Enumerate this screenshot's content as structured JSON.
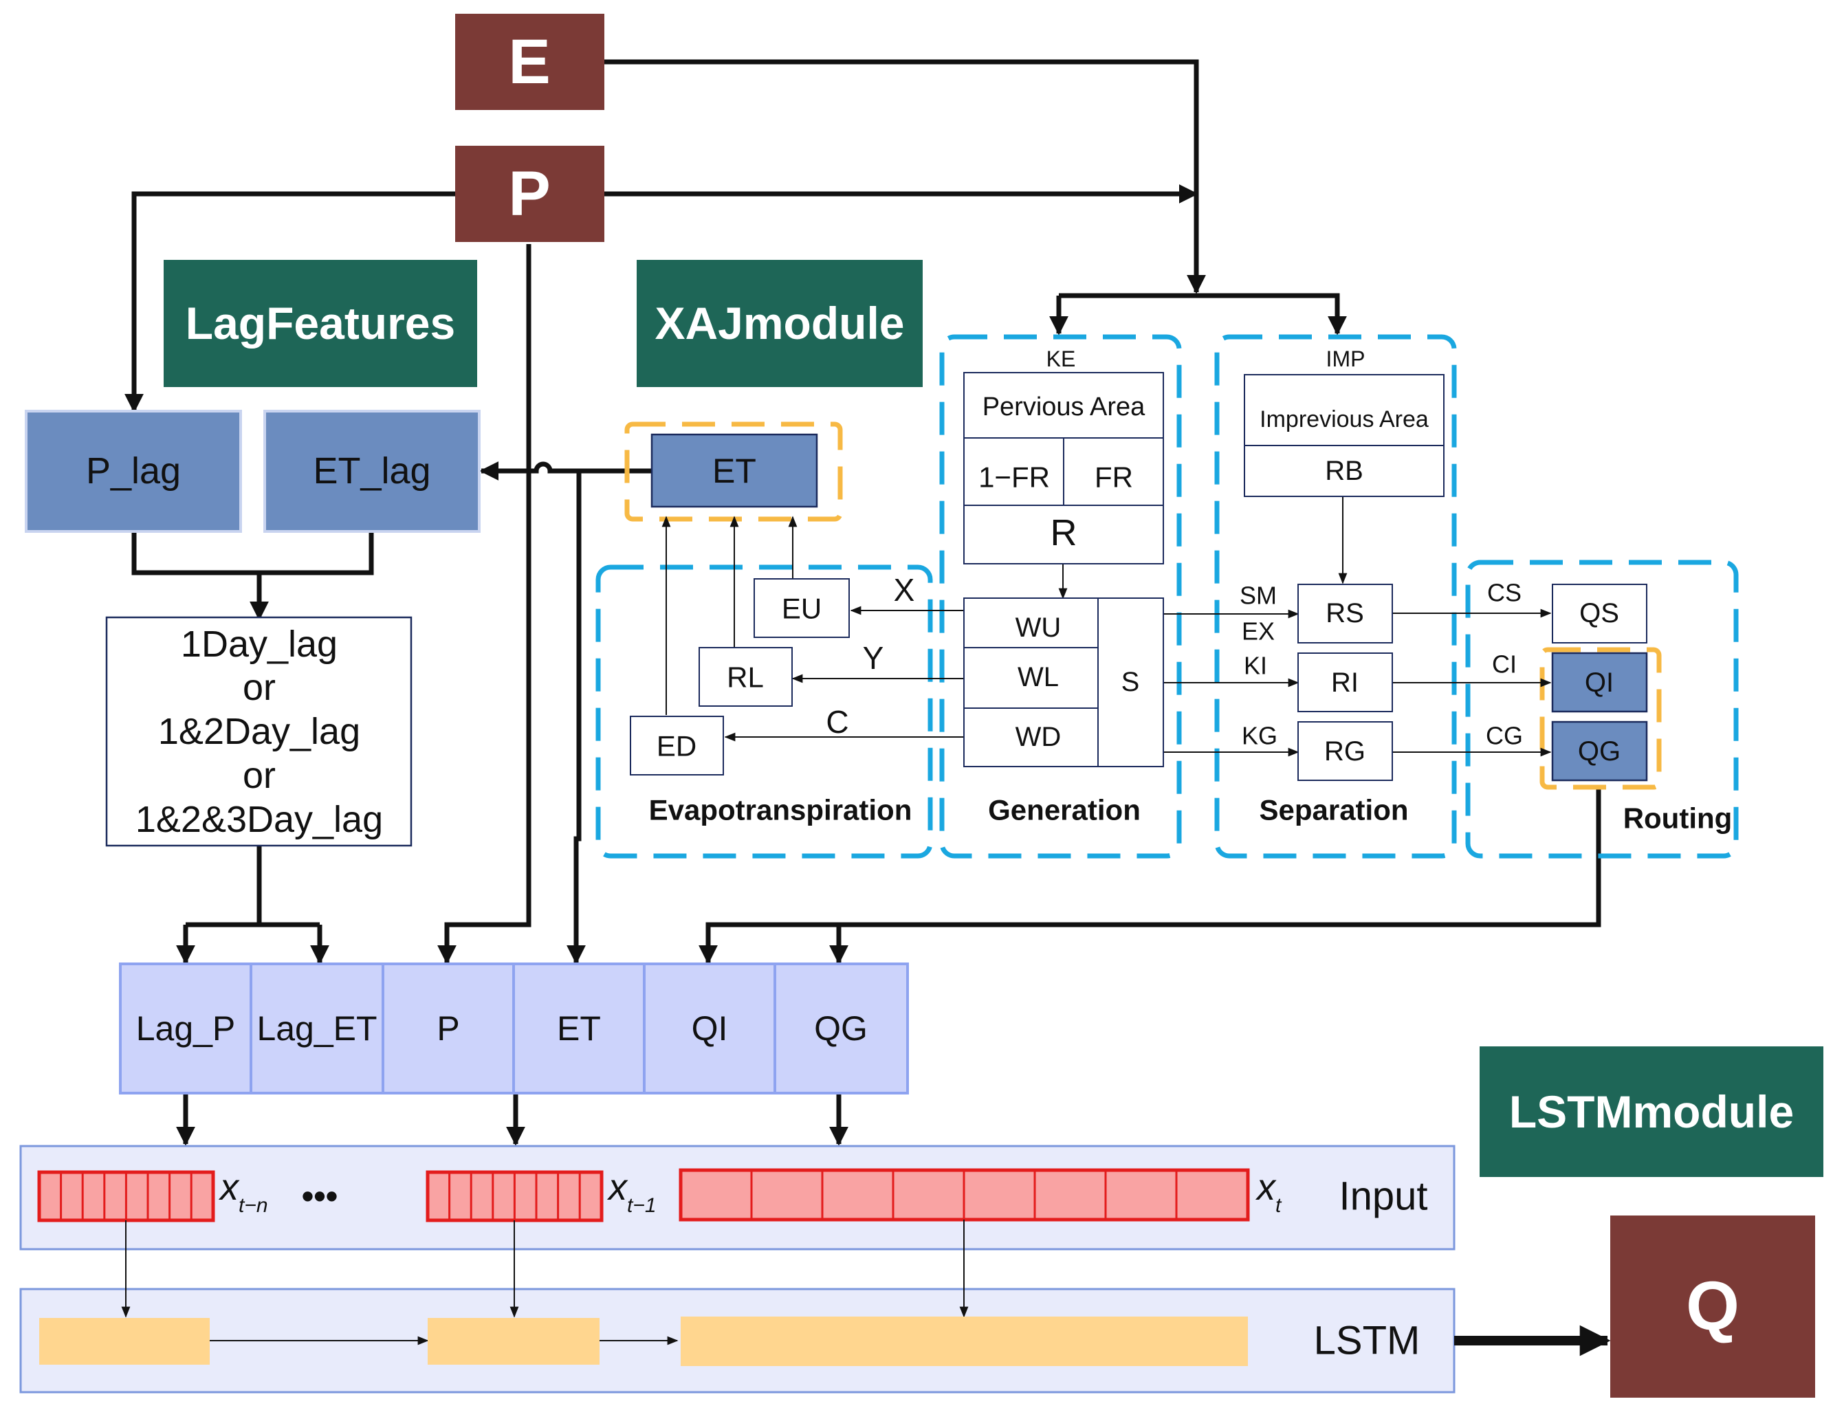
{
  "inputs": {
    "E": "E",
    "P": "P"
  },
  "titles": {
    "lag_features": "LagFeatures",
    "xaj_module": "XAJmodule",
    "lstm_module": "LSTMmodule"
  },
  "lag": {
    "p_lag": "P_lag",
    "et_lag": "ET_lag",
    "options": [
      "1Day_lag",
      "or",
      "1&2Day_lag",
      "or",
      "1&2&3Day_lag"
    ]
  },
  "xaj": {
    "et": "ET",
    "eu": "EU",
    "rl": "RL",
    "ed": "ED",
    "x": "X",
    "y": "Y",
    "c": "C",
    "ke": "KE",
    "pervious_area": "Pervious Area",
    "one_minus_fr": "1−FR",
    "fr": "FR",
    "r": "R",
    "wu": "WU",
    "wl": "WL",
    "wd": "WD",
    "s": "S",
    "imp": "IMP",
    "impervious_area": "Imprevious Area",
    "rb": "RB",
    "rs": "RS",
    "ri": "RI",
    "rg": "RG",
    "sm": "SM",
    "ex": "EX",
    "ki": "KI",
    "kg": "KG",
    "cs": "CS",
    "ci": "CI",
    "cg": "CG",
    "qs": "QS",
    "qi": "QI",
    "qg": "QG",
    "section_evap": "Evapotranspiration",
    "section_generation": "Generation",
    "section_separation": "Separation",
    "section_routing": "Routing"
  },
  "features": [
    "Lag_P",
    "Lag_ET",
    "P",
    "ET",
    "QI",
    "QG"
  ],
  "lstm": {
    "input_label": "Input",
    "lstm_label": "LSTM",
    "dots": "•••",
    "x_symbol": "x",
    "sub_t_n": "t−n",
    "sub_t_1": "t−1",
    "sub_t": "t"
  },
  "output": {
    "Q": "Q"
  },
  "colors": {
    "brown": "#7b3a36",
    "teal": "#1e6657",
    "steel_blue": "#6b8cbf",
    "feature_fill": "#ccd3fb",
    "feature_border": "#8ea3f0",
    "lane_fill": "#e8ebfb",
    "lane_border": "#7b97dd",
    "dashed_blue": "#1aa7e0",
    "dashed_orange": "#f7b944",
    "red_cell": "#f9a3a3",
    "red_border": "#e31c1c",
    "lstm_cell": "#ffd68f"
  }
}
